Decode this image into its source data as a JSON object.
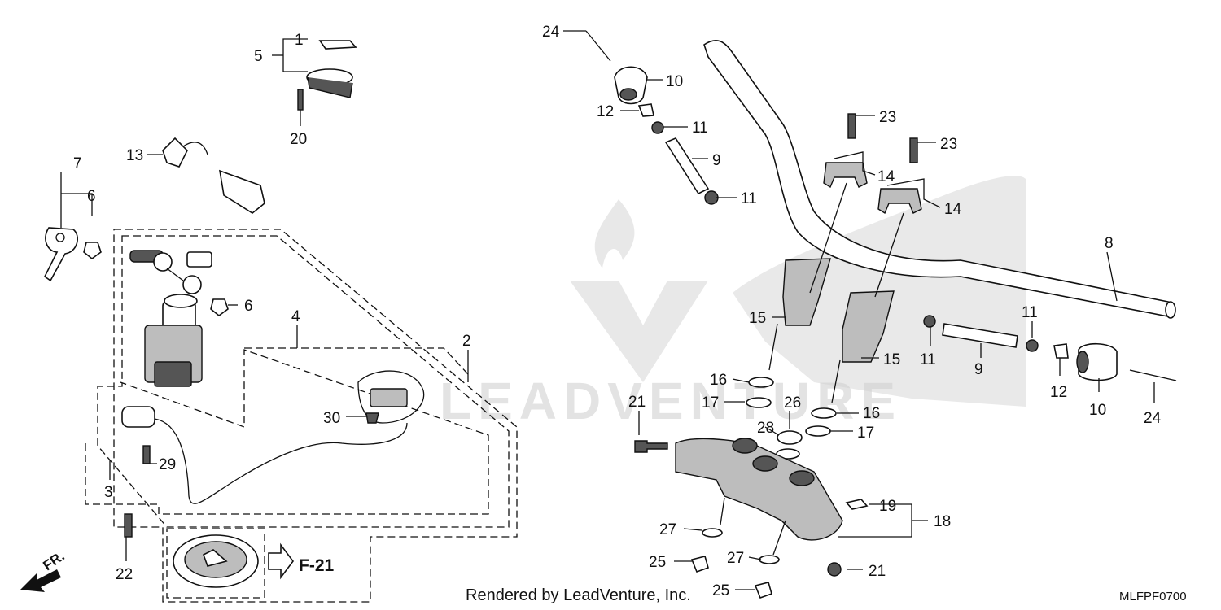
{
  "callouts": {
    "c1": "1",
    "c2": "2",
    "c3": "3",
    "c4": "4",
    "c5": "5",
    "c6a": "6",
    "c6b": "6",
    "c7": "7",
    "c8": "8",
    "c9a": "9",
    "c9b": "9",
    "c10a": "10",
    "c10b": "10",
    "c11a": "11",
    "c11b": "11",
    "c11c": "11",
    "c11d": "11",
    "c12a": "12",
    "c12b": "12",
    "c13": "13",
    "c14a": "14",
    "c14b": "14",
    "c15a": "15",
    "c15b": "15",
    "c16a": "16",
    "c16b": "16",
    "c17a": "17",
    "c17b": "17",
    "c18": "18",
    "c19": "19",
    "c20": "20",
    "c21a": "21",
    "c21b": "21",
    "c22": "22",
    "c23a": "23",
    "c23b": "23",
    "c24a": "24",
    "c24b": "24",
    "c25a": "25",
    "c25b": "25",
    "c26": "26",
    "c27a": "27",
    "c27b": "27",
    "c28": "28",
    "c29": "29",
    "c30": "30"
  },
  "reference": "F-21",
  "direction": "FR.",
  "credit": "Rendered by LeadVenture, Inc.",
  "diagram_code": "MLFPF0700",
  "watermark": "LEADVENTURE"
}
